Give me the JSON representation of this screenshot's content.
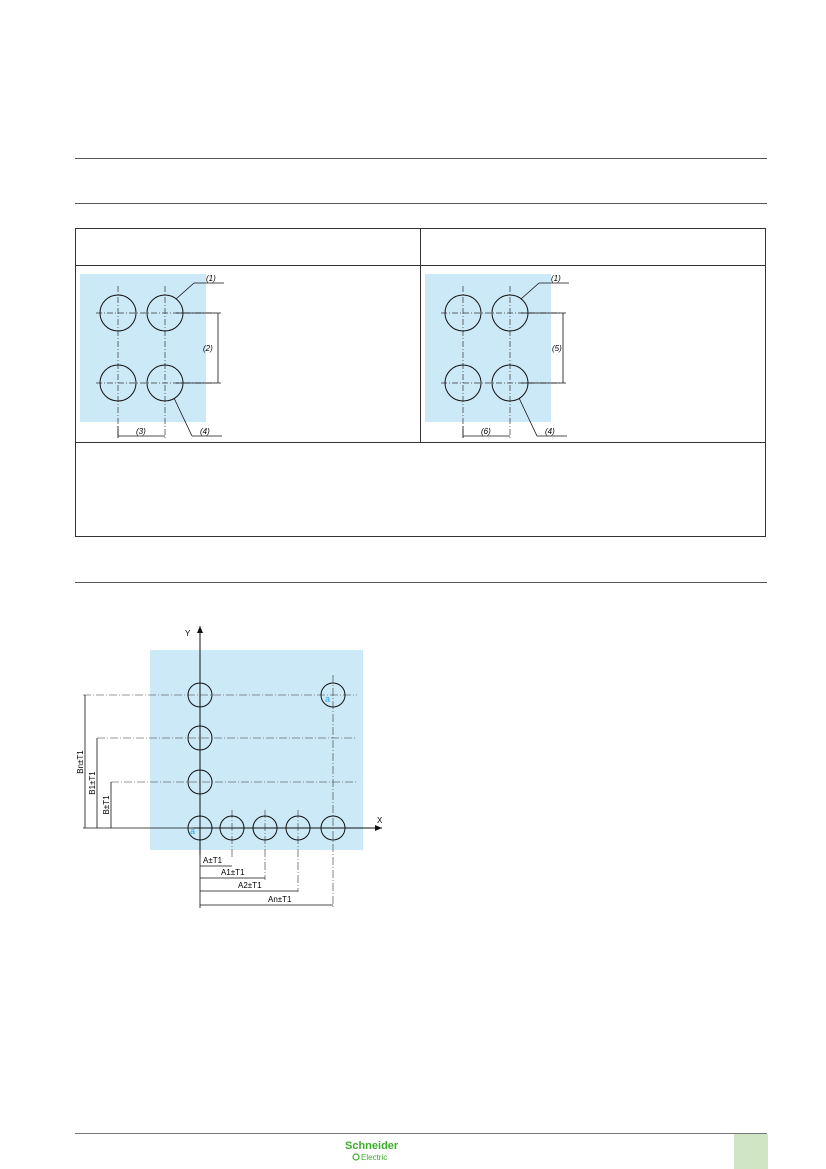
{
  "table": {
    "left_drawing": {
      "labels": {
        "note1": "(1)",
        "note2": "(2)",
        "note3": "(3)",
        "note4": "(4)"
      }
    },
    "right_drawing": {
      "labels": {
        "note1": "(1)",
        "note5": "(5)",
        "note6": "(6)",
        "note4": "(4)"
      }
    }
  },
  "layout_drawing": {
    "axis_x": "X",
    "axis_y": "Y",
    "hole_marker": "a",
    "dims_horizontal": [
      "A±T1",
      "A1±T1",
      "A2±T1",
      "An±T1"
    ],
    "dims_vertical": [
      "B±T1",
      "B1±T1",
      "Bn±T1"
    ]
  },
  "footer": {
    "brand_line1": "Schneider",
    "brand_line2": "Electric"
  },
  "colors": {
    "drawing_fill": "#cce9f8",
    "brand_green": "#3dae2b",
    "page_tab": "#cfe5c4",
    "marker_blue": "#2aa8e0"
  }
}
